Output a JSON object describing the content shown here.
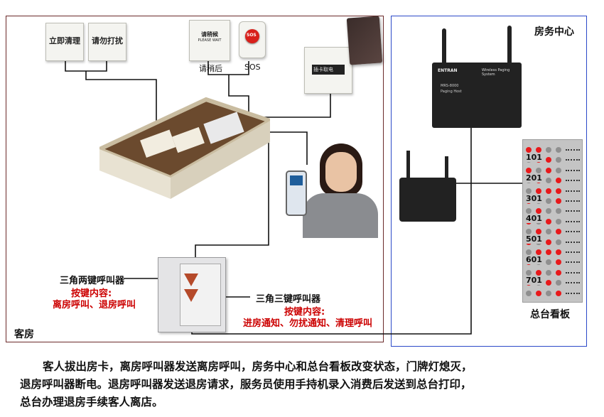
{
  "plates": {
    "immediate_clean": "立即清理",
    "do_not_disturb": "请勿打扰",
    "please_wait_plate": "请稍候",
    "please_wait_plate_en": "PLEASE WAIT",
    "please_wait_caption": "请稍后",
    "sos_button": "SOS",
    "sos_caption": "SOS",
    "card_switch": "插卡取电"
  },
  "service_center": {
    "title": "房务中心",
    "pager_brand": "ENTRAN",
    "pager_system": "Wireless Paging System",
    "pager_model": "MRS-8000",
    "pager_sub": "Paging Host"
  },
  "room": {
    "label": "客房",
    "two_key_title": "三角两键呼叫器",
    "two_key_content_label": "按键内容:",
    "two_key_content": "离房呼叫、退房呼叫",
    "three_key_title": "三角三键呼叫器",
    "three_key_content_label": "按键内容:",
    "three_key_content": "进房通知、勿扰通知、清理呼叫"
  },
  "front_desk": {
    "label": "总台看板",
    "rooms": [
      "101",
      "201",
      "301",
      "401",
      "501",
      "601",
      "701"
    ],
    "red_color": "#e8191b",
    "grey_color": "#8f8f8f",
    "dot_states": [
      [
        "r",
        "r",
        "g",
        "g"
      ],
      [
        "g",
        "r",
        "r",
        "g"
      ],
      [
        "r",
        "g",
        "r",
        "g"
      ],
      [
        "g",
        "r",
        "g",
        "r"
      ],
      [
        "g",
        "r",
        "r",
        "r"
      ],
      [
        "r",
        "g",
        "g",
        "r"
      ],
      [
        "g",
        "r",
        "g",
        "g"
      ],
      [
        "r",
        "g",
        "r",
        "g"
      ],
      [
        "g",
        "r",
        "g",
        "r"
      ],
      [
        "r",
        "g",
        "r",
        "g"
      ],
      [
        "g",
        "r",
        "r",
        "r"
      ],
      [
        "r",
        "g",
        "g",
        "r"
      ],
      [
        "g",
        "r",
        "g",
        "r"
      ],
      [
        "r",
        "g",
        "r",
        "g"
      ],
      [
        "g",
        "r",
        "g",
        "r"
      ]
    ]
  },
  "description": {
    "line1": "客人拔出房卡，离房呼叫器发送离房呼叫，房务中心和总台看板改变状态，门牌灯熄灭，",
    "line2": "退房呼叫器断电。退房呼叫器发送退房请求，服务员使用手持机录入消费后发送到总台打印，",
    "line3": "总台办理退房手续客人离店。"
  },
  "colors": {
    "room_frame": "#6b2a2a",
    "service_frame": "#2b49c8",
    "wire": "#111111",
    "accent_red": "#cc0000"
  }
}
